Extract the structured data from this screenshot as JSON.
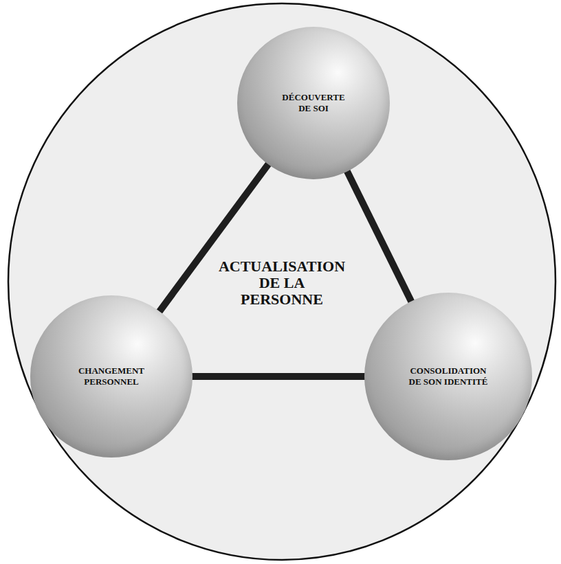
{
  "diagram": {
    "nodes": [
      {
        "text": [
          "DÉCOUVERTE DE SOI"
        ]
      },
      {
        "text": [
          "CHANGEMENT PERSONNEL"
        ]
      },
      {
        "text": [
          "CONSOLIDATION DE SON IDENTITÉ"
        ]
      }
    ],
    "edges": [
      {
        "from": 0,
        "to": 1,
        "arrow": "none"
      },
      {
        "from": 0,
        "to": 2,
        "arrow": "none"
      },
      {
        "from": 1,
        "to": 2,
        "arrow": "none"
      }
    ],
    "labels": [
      "ACTUALISATION DE LA PERSONNE"
    ]
  }
}
